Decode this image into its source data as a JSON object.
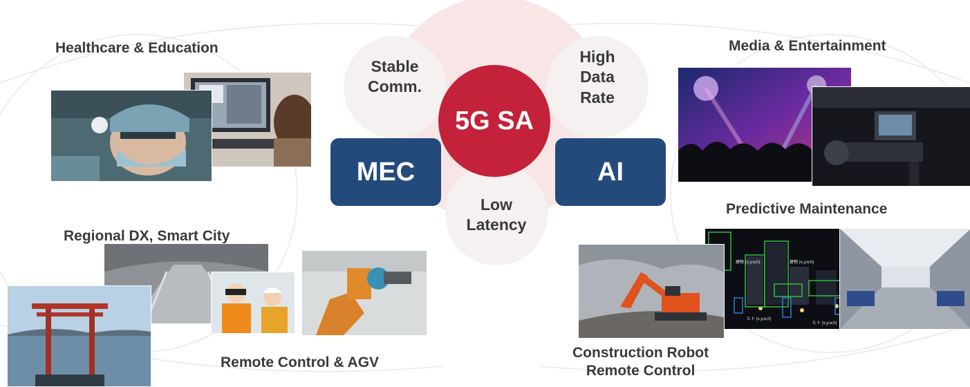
{
  "center": {
    "core_label": "5G SA",
    "left_box_label": "MEC",
    "right_box_label": "AI",
    "petals": {
      "top_left": "Stable\nComm.",
      "top_right": "High\nData\nRate",
      "bottom": "Low\nLatency"
    }
  },
  "use_cases": {
    "healthcare": "Healthcare & Education",
    "media": "Media & Entertainment",
    "regional": "Regional DX, Smart City",
    "predictive": "Predictive Maintenance",
    "remote_control": "Remote Control & AGV",
    "construction_line1": "Construction Robot",
    "construction_line2": "Remote Control"
  },
  "detection": {
    "building_label": "建物 (x,y,w,h)",
    "person_label": "ヒト (x,y,w,h)"
  },
  "colors": {
    "core": "#c4213a",
    "box": "#244a7c",
    "halo": "#f8e6e6",
    "petal": "#f6f1f1",
    "text": "#3a3a3a"
  }
}
